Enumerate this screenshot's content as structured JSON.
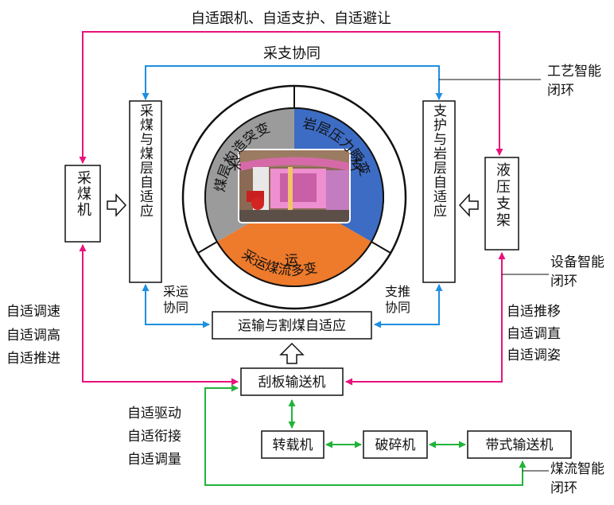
{
  "top_loop_label": "自适跟机、自适支护、自适避让",
  "coordination_top_label": "采支协同",
  "process_loop_label": "工艺智能闭环",
  "equipment_loop_label": "设备智能闭环",
  "coal_flow_loop_label": "煤流智能闭环",
  "left_box": "采煤机",
  "left_inner_box": "采煤与煤层自适应",
  "right_inner_box": "支护与岩层自适应",
  "right_box": "液压支架",
  "center_box": "运输与割煤自适应",
  "conveyor_box": "刮板输送机",
  "transfer_box": "转载机",
  "crusher_box": "破碎机",
  "belt_box": "带式输送机",
  "left_side_labels": [
    "自适调速",
    "自适调高",
    "自适推进"
  ],
  "right_side_labels": [
    "自适推移",
    "自适调直",
    "自适调姿"
  ],
  "bottom_left_labels": [
    "自适驱动",
    "自适衔接",
    "自适调量"
  ],
  "cut_transport_label": [
    "采运",
    "协同"
  ],
  "support_push_label": [
    "支推",
    "协同"
  ],
  "ring_labels": {
    "left_top": "煤层构造突变",
    "right_top": "岩层压力瞬变",
    "bottom": "采运煤流多变"
  },
  "sector_labels": {
    "cut": "采",
    "support": "支",
    "transport": "运"
  },
  "colors": {
    "pink": "#e8127c",
    "blue": "#1e8fe0",
    "green": "#22b33a",
    "gray_sector": "#9b9b9b",
    "blue_sector": "#3d6cc4",
    "orange_sector": "#ee7a2b"
  }
}
